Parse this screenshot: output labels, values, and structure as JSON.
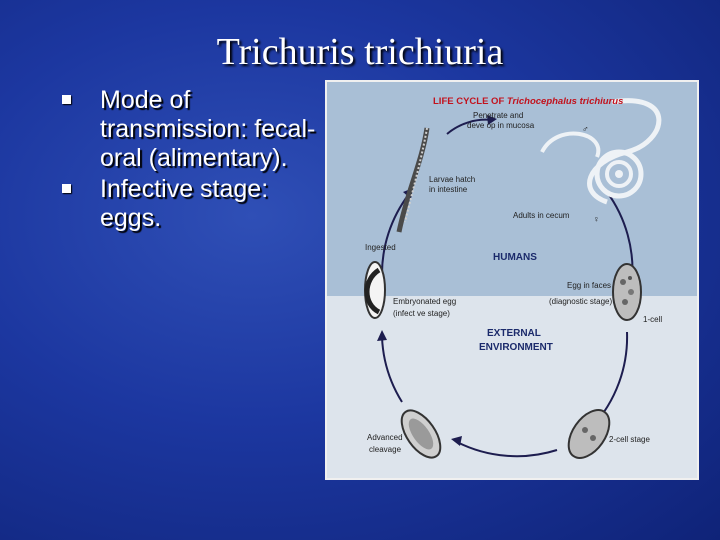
{
  "slide": {
    "title": "Trichuris trichiuria",
    "bullets": [
      {
        "text": " Mode of transmission: fecal-oral (alimentary)."
      },
      {
        "text_prefix": "Infective stage",
        "text_suffix": ": eggs."
      }
    ]
  },
  "diagram": {
    "heading_a": "LIFE CYCLE OF ",
    "heading_b": "Trichocephalus trichiurus",
    "zone_top": "HUMANS",
    "zone_bottom_1": "EXTERNAL",
    "zone_bottom_2": "ENVIRONMENT",
    "labels": {
      "penetrate_1": "Penetrate and",
      "penetrate_2": "deve op in mucosa",
      "larvae_1": "Larvae hatch",
      "larvae_2": "in intestine",
      "adults": "Adults in cecum",
      "ingested": "Ingested",
      "egg_faeces_1": "Egg in faces",
      "egg_faeces_2": "(diagnostic stage)",
      "embryonated_1": "Embryonated egg",
      "embryonated_2": "(infect ve stage)",
      "one_cell": "1-cell",
      "advanced_1": "Advanced",
      "advanced_2": "cleavage",
      "two_cell": "2-cell stage",
      "male": "♂",
      "female": "♀"
    },
    "colors": {
      "heading": "#c2121d",
      "zone_text": "#1b2a6b"
    }
  }
}
